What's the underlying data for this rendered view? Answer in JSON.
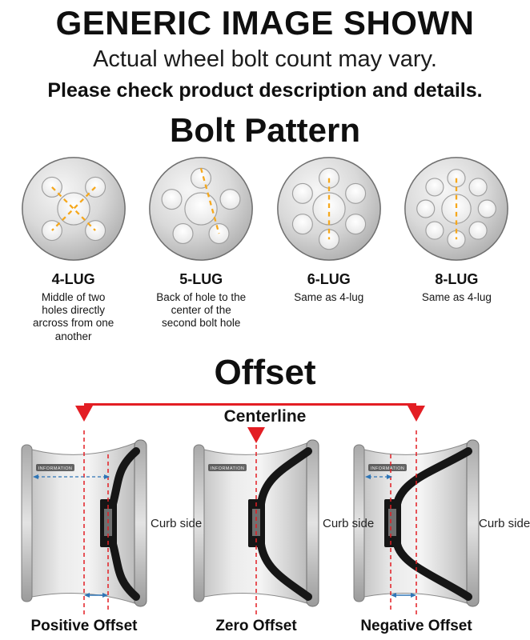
{
  "header": {
    "title": "GENERIC IMAGE SHOWN",
    "subtitle": "Actual wheel bolt count may vary.",
    "note": "Please check product description and details."
  },
  "bolt_pattern": {
    "title": "Bolt Pattern",
    "items": [
      {
        "id": "4-lug",
        "label": "4-LUG",
        "lugs": 4,
        "description": "Middle of two holes directly arcross from one another"
      },
      {
        "id": "5-lug",
        "label": "5-LUG",
        "lugs": 5,
        "description": "Back of hole to the center of the second bolt hole"
      },
      {
        "id": "6-lug",
        "label": "6-LUG",
        "lugs": 6,
        "description": "Same as 4-lug"
      },
      {
        "id": "8-lug",
        "label": "8-LUG",
        "lugs": 8,
        "description": "Same as 4-lug"
      }
    ]
  },
  "offset": {
    "title": "Offset",
    "centerline_label": "Centerline",
    "curb_side_label": "Curb side",
    "rim_text": "INFORMATION",
    "items": [
      {
        "id": "positive",
        "label": "Positive Offset"
      },
      {
        "id": "zero",
        "label": "Zero Offset"
      },
      {
        "id": "negative",
        "label": "Negative Offset"
      }
    ]
  },
  "colors": {
    "measure_orange": "#F6A81C",
    "centerline_red": "#E31E24",
    "measure_blue": "#2E75B6",
    "wheel_gray": "#C9C9C9"
  }
}
